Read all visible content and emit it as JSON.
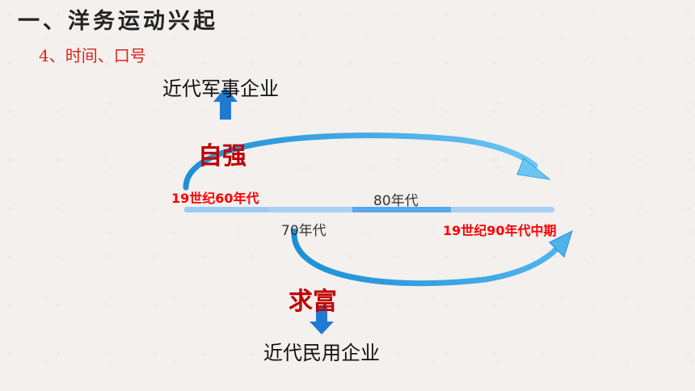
{
  "header": {
    "title": "一、洋务运动兴起",
    "subtitle": "4、时间、口号"
  },
  "diagram": {
    "top_goal": "近代军事企业",
    "slogan_top": "自强",
    "start_label": "19世纪60年代",
    "label_80s": "80年代",
    "label_70s": "70年代",
    "end_label": "19世纪90年代中期",
    "slogan_bottom": "求富",
    "bottom_goal": "近代民用企业"
  },
  "colors": {
    "slogan": "#c00000",
    "date_red": "#ff0000",
    "arrow_blue": "#1f7ad1",
    "timeline_light": "#a9d0f5",
    "timeline_dark": "#5aa8ec"
  }
}
